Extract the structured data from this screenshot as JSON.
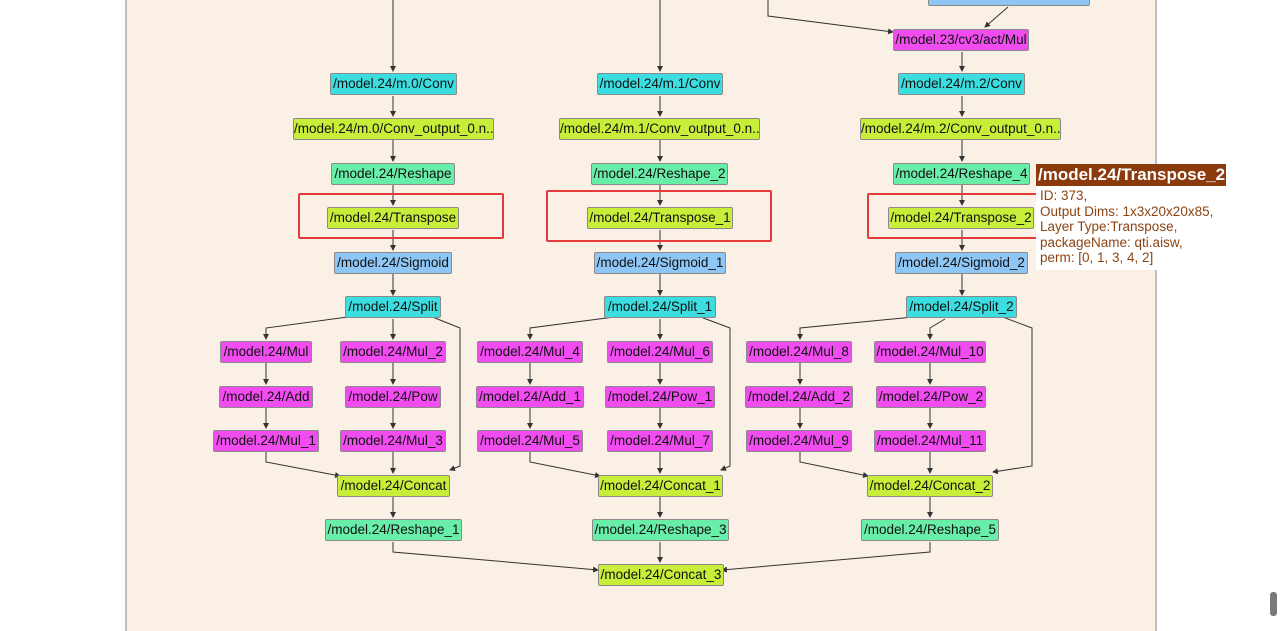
{
  "nodes": {
    "cv3_mul": "/model.23/cv3/act/Mul",
    "conv0": "/model.24/m.0/Conv",
    "conv1": "/model.24/m.1/Conv",
    "conv2": "/model.24/m.2/Conv",
    "out0": "/model.24/m.0/Conv_output_0.n..",
    "out1": "/model.24/m.1/Conv_output_0.n..",
    "out2": "/model.24/m.2/Conv_output_0.n..",
    "reshape0": "/model.24/Reshape",
    "reshape2": "/model.24/Reshape_2",
    "reshape4": "/model.24/Reshape_4",
    "transpose0": "/model.24/Transpose",
    "transpose1": "/model.24/Transpose_1",
    "transpose2": "/model.24/Transpose_2",
    "sigmoid0": "/model.24/Sigmoid",
    "sigmoid1": "/model.24/Sigmoid_1",
    "sigmoid2": "/model.24/Sigmoid_2",
    "split0": "/model.24/Split",
    "split1": "/model.24/Split_1",
    "split2": "/model.24/Split_2",
    "mul0": "/model.24/Mul",
    "mul2": "/model.24/Mul_2",
    "mul4": "/model.24/Mul_4",
    "mul6": "/model.24/Mul_6",
    "mul8": "/model.24/Mul_8",
    "mul10": "/model.24/Mul_10",
    "add0": "/model.24/Add",
    "pow0": "/model.24/Pow",
    "add1": "/model.24/Add_1",
    "pow1": "/model.24/Pow_1",
    "add2": "/model.24/Add_2",
    "pow2": "/model.24/Pow_2",
    "mul1": "/model.24/Mul_1",
    "mul3": "/model.24/Mul_3",
    "mul5": "/model.24/Mul_5",
    "mul7": "/model.24/Mul_7",
    "mul9": "/model.24/Mul_9",
    "mul11": "/model.24/Mul_11",
    "concat0": "/model.24/Concat",
    "concat1": "/model.24/Concat_1",
    "concat2": "/model.24/Concat_2",
    "reshape1": "/model.24/Reshape_1",
    "reshape3": "/model.24/Reshape_3",
    "reshape5": "/model.24/Reshape_5",
    "concat3": "/model.24/Concat_3"
  },
  "tooltip": {
    "title": "/model.24/Transpose_2",
    "lines": [
      "ID: 373,",
      "Output Dims: 1x3x20x20x85,",
      "Layer Type:Transpose,",
      "packageName: qti.aisw,",
      "perm: [0, 1, 3, 4, 2]"
    ]
  },
  "colors": {
    "conv": "#3cdde0",
    "output": "#c8ee3a",
    "reshape": "#69eeaa",
    "sigmoid": "#8ec6f5",
    "mul": "#f04cf0",
    "highlight": "#e53a3a",
    "tooltip_title_bg": "#8b3a0e",
    "tooltip_text": "#8b4513",
    "canvas_bg": "#faf0e6"
  }
}
